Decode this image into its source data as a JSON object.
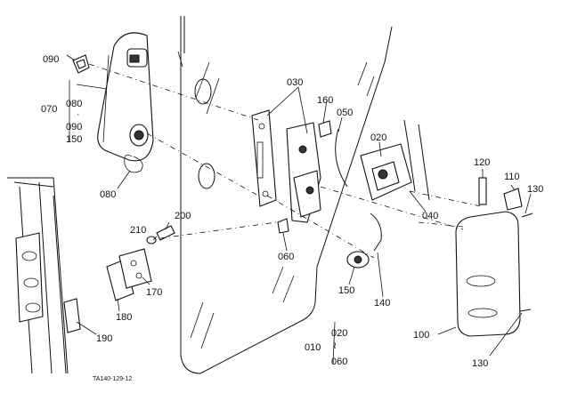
{
  "diagram": {
    "reference_code": "TA140-129-12",
    "labels": {
      "p090_top": "090",
      "p070": "070",
      "p080_a": "080",
      "p090_b": "090",
      "p150_a": "150",
      "p080_clip": "080",
      "p030": "030",
      "p160": "160",
      "p050": "050",
      "p020": "020",
      "p040": "040",
      "p120": "120",
      "p110": "110",
      "p130_top": "130",
      "p200": "200",
      "p210": "210",
      "p060": "060",
      "p150_lock": "150",
      "p140": "140",
      "p170": "170",
      "p180": "180",
      "p190": "190",
      "p100": "100",
      "p130_bottom": "130",
      "p010": "010",
      "p020_set": "020",
      "p060_set": "060"
    }
  }
}
